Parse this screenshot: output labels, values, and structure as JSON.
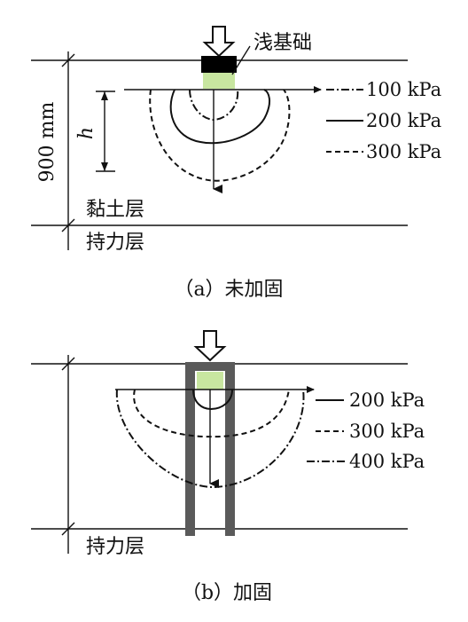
{
  "panel_a": {
    "foundation_label": "浅基础",
    "depth_label": "900 mm",
    "h_label": "h",
    "clay_label": "黏土层",
    "bearing_label": "持力层",
    "legend": [
      {
        "label": "100 kPa",
        "style": "dash-dot"
      },
      {
        "label": "200 kPa",
        "style": "solid"
      },
      {
        "label": "300 kPa",
        "style": "dashed"
      }
    ],
    "caption": "（a）未加固"
  },
  "panel_b": {
    "bearing_label": "持力层",
    "legend": [
      {
        "label": "200 kPa",
        "style": "solid"
      },
      {
        "label": "300 kPa",
        "style": "dashed"
      },
      {
        "label": "400 kPa",
        "style": "dash-dot"
      }
    ],
    "caption": "（b）加固"
  },
  "colors": {
    "ink": "#111111",
    "foundation_black": "#000000",
    "foundation_green": "#c8e6a0",
    "pile_gray": "#5a5a5a"
  }
}
